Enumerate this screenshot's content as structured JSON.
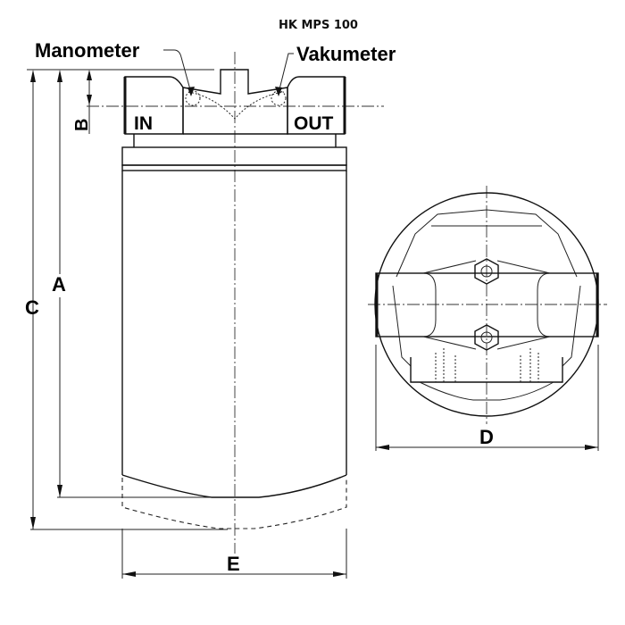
{
  "title": "HK MPS 100",
  "callouts": {
    "manometer": "Manometer",
    "vakumeter": "Vakumeter"
  },
  "ports": {
    "inlet": "IN",
    "outlet": "OUT"
  },
  "dimensions": {
    "a": "A",
    "b": "B",
    "c": "C",
    "d": "D",
    "e": "E"
  }
}
